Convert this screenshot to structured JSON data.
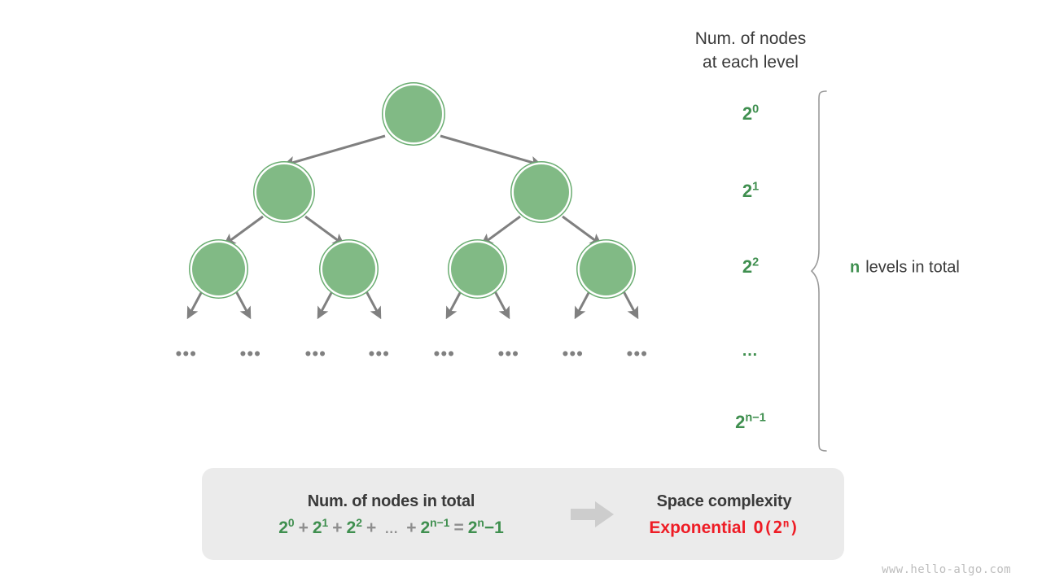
{
  "diagram": {
    "title_lines": [
      "Num. of nodes",
      "at each level"
    ],
    "colors": {
      "node_fill": "#81ba85",
      "node_ring": "#6aad71",
      "edge": "#808080",
      "accent_green": "#3f8f4f",
      "accent_red": "#ee1c25",
      "box_bg": "#ebebeb",
      "text": "#3a3a3a"
    },
    "levels": [
      {
        "label": "2",
        "exponent": "0"
      },
      {
        "label": "2",
        "exponent": "1"
      },
      {
        "label": "2",
        "exponent": "2"
      },
      {
        "label": "…",
        "exponent": ""
      },
      {
        "label": "2",
        "exponent": "n−1"
      }
    ],
    "brace_note": {
      "symbol": "n",
      "text": "levels in total"
    },
    "tree": {
      "node_counts": [
        1,
        2,
        4
      ],
      "ellipsis_label": "•••",
      "ellipsis_count": 8
    }
  },
  "summary": {
    "left": {
      "title": "Num. of nodes in total",
      "terms": [
        {
          "base": "2",
          "exp": "0"
        },
        {
          "base": "2",
          "exp": "1"
        },
        {
          "base": "2",
          "exp": "2"
        }
      ],
      "op_plus": "+",
      "op_ellipsis": "…",
      "op_equals": "=",
      "term_last": {
        "base": "2",
        "exp": "n−1"
      },
      "result": {
        "base": "2",
        "exp": "n",
        "suffix": "−1"
      }
    },
    "arrow": "right-arrow-icon",
    "right": {
      "title": "Space complexity",
      "label": "Exponential",
      "big_o": "O(2",
      "big_o_exp": "n",
      "big_o_close": ")"
    }
  },
  "footer": {
    "watermark": "www.hello-algo.com"
  }
}
